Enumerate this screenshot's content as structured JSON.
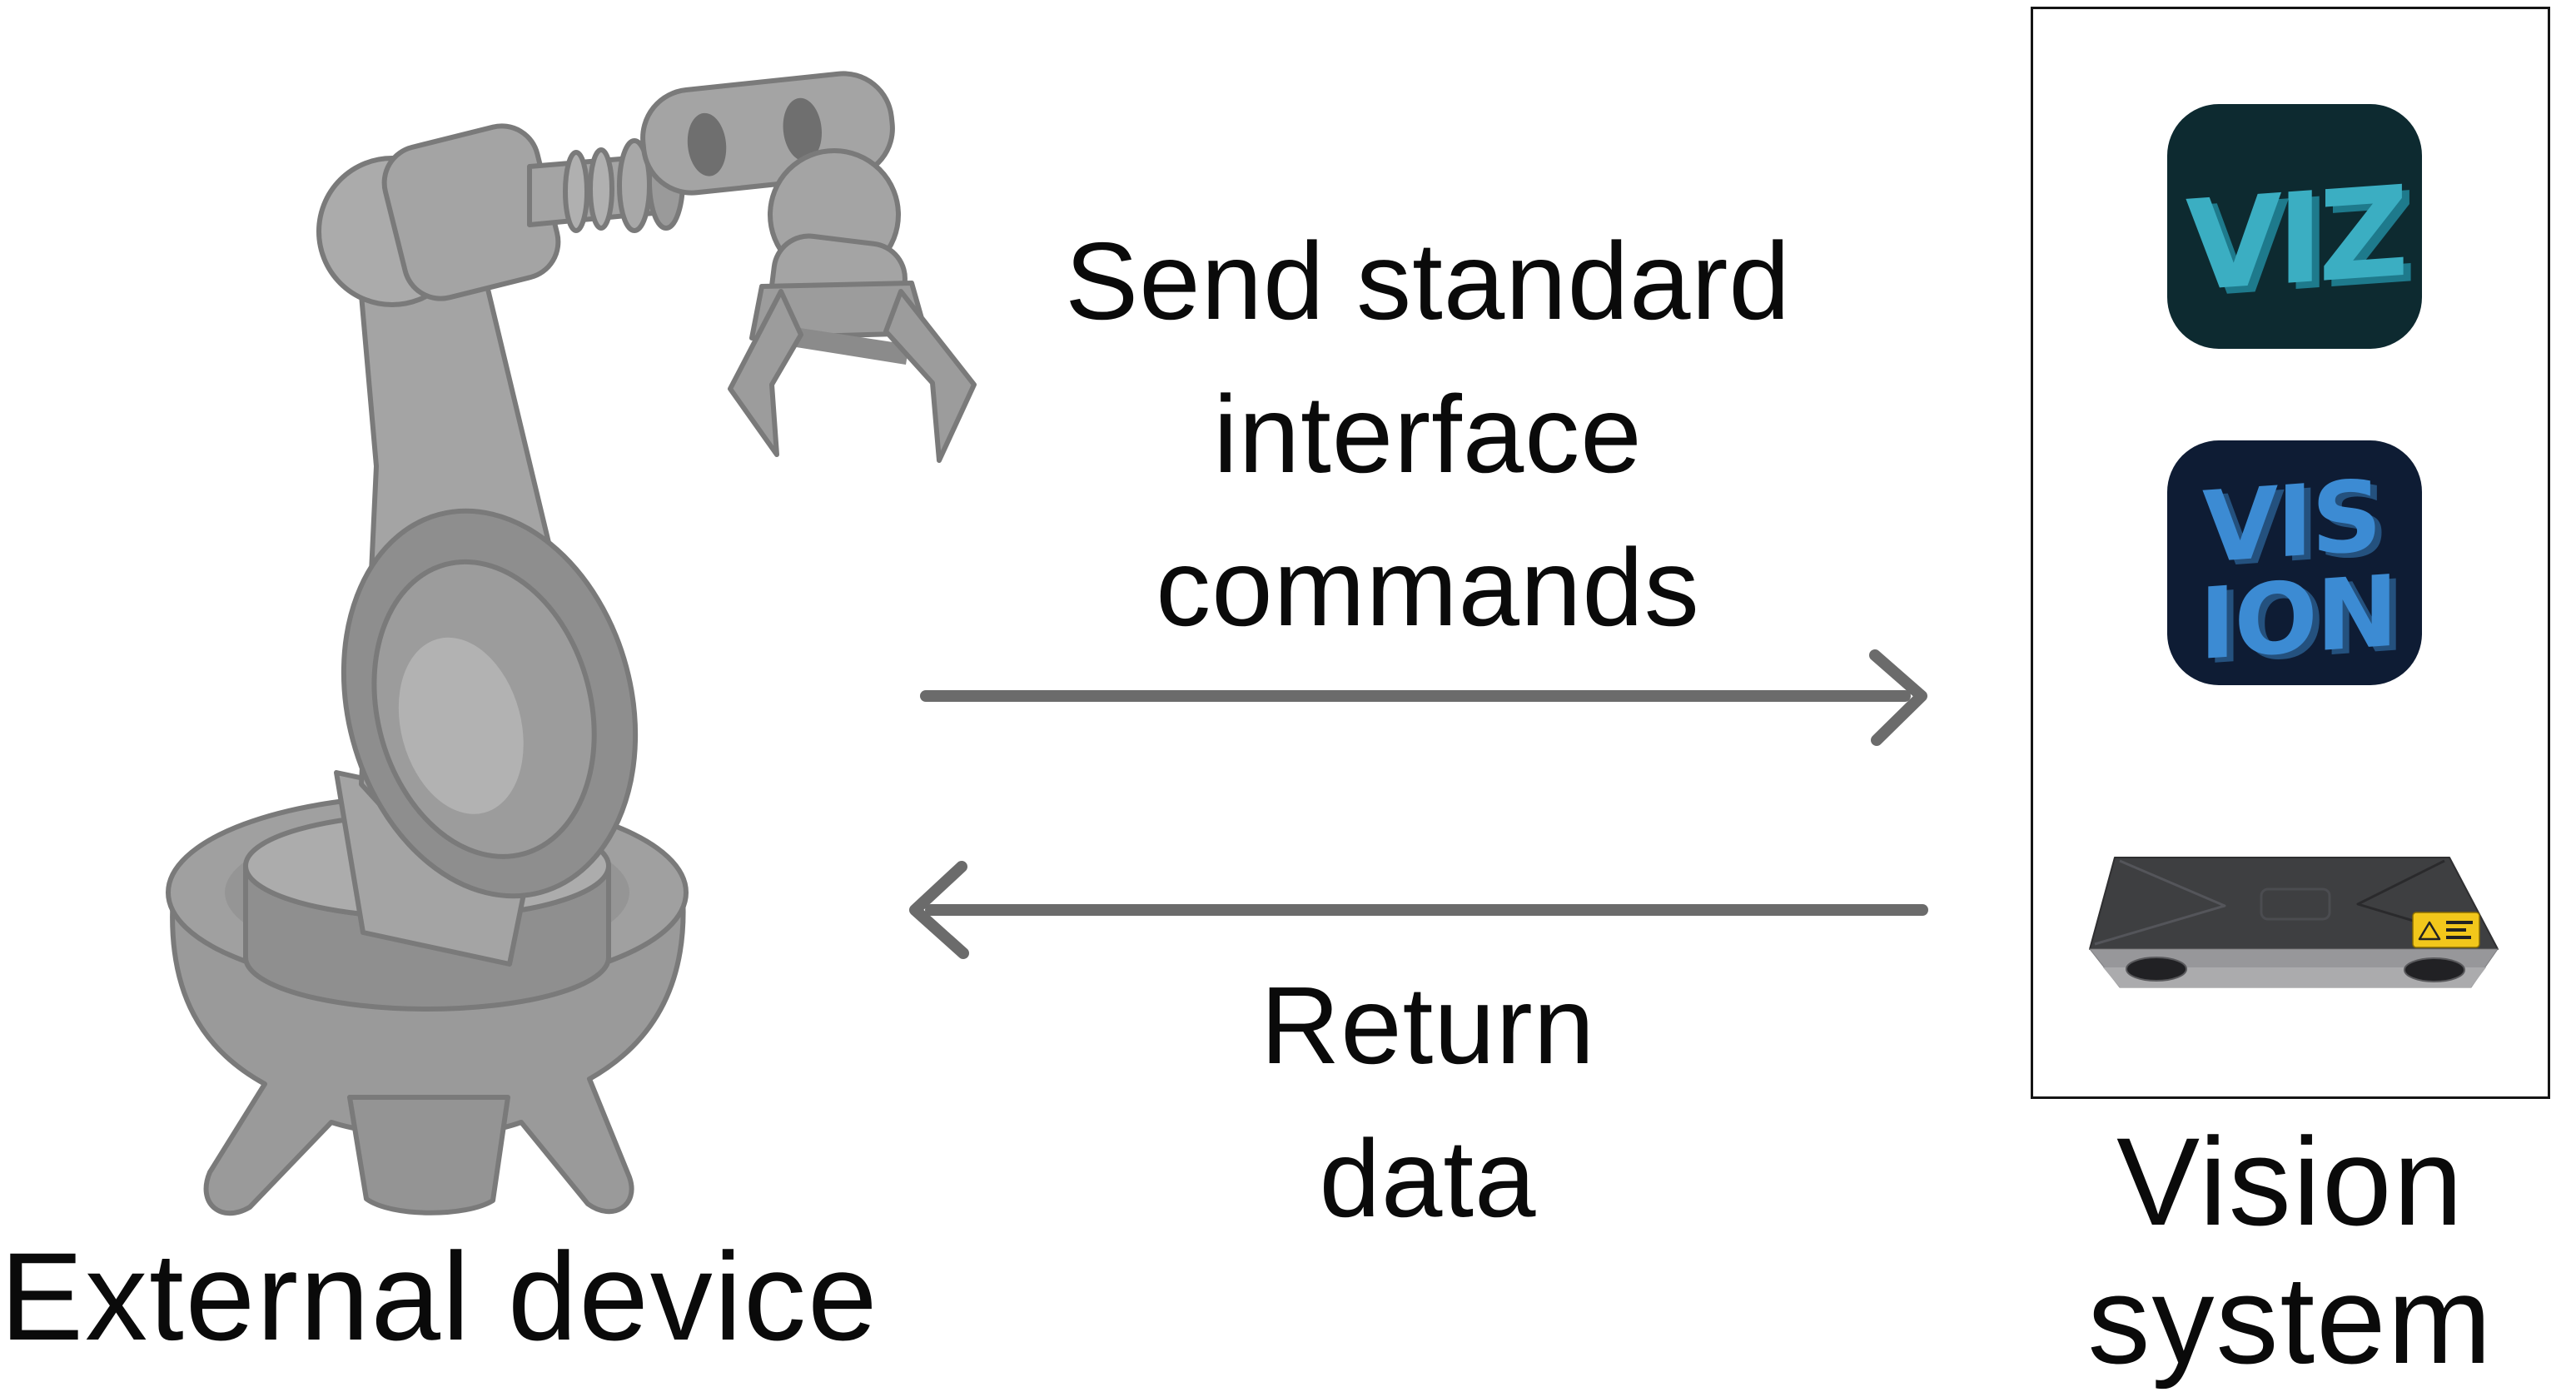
{
  "diagram": {
    "left": {
      "illustration": "robot-arm",
      "label": "External device"
    },
    "center": {
      "request_flow": {
        "direction": "right",
        "line1": "Send standard",
        "line2": "interface",
        "line3": "commands"
      },
      "response_flow": {
        "direction": "left",
        "line1": "Return",
        "line2": "data"
      }
    },
    "right": {
      "label_line1": "Vision",
      "label_line2": "system",
      "apps": {
        "viz": {
          "letters": "VIZ"
        },
        "vision": {
          "letters_top": "VIS",
          "letters_bottom": "ION"
        }
      },
      "hardware": "structured-light-3d-camera"
    }
  },
  "colors": {
    "background": "#ffffff",
    "text": "#0a0a0a",
    "arrow": "#6b6b6b",
    "box_border": "#151515",
    "robot_body": "#a4a4a4",
    "robot_shade": "#8e8e8e",
    "robot_outline": "#7a7a7a",
    "viz_icon_bg": "#0d2a30",
    "viz_icon_letters": "#3baec2",
    "viz_icon_depth": "#1e7a8c",
    "vision_icon_bg": "#0e1c34",
    "vision_icon_letters": "#3c8bd3",
    "vision_icon_depth": "#24517e",
    "device_body": "#3e3f41",
    "device_base": "#97979a",
    "warning_label": "#f2c71b"
  }
}
